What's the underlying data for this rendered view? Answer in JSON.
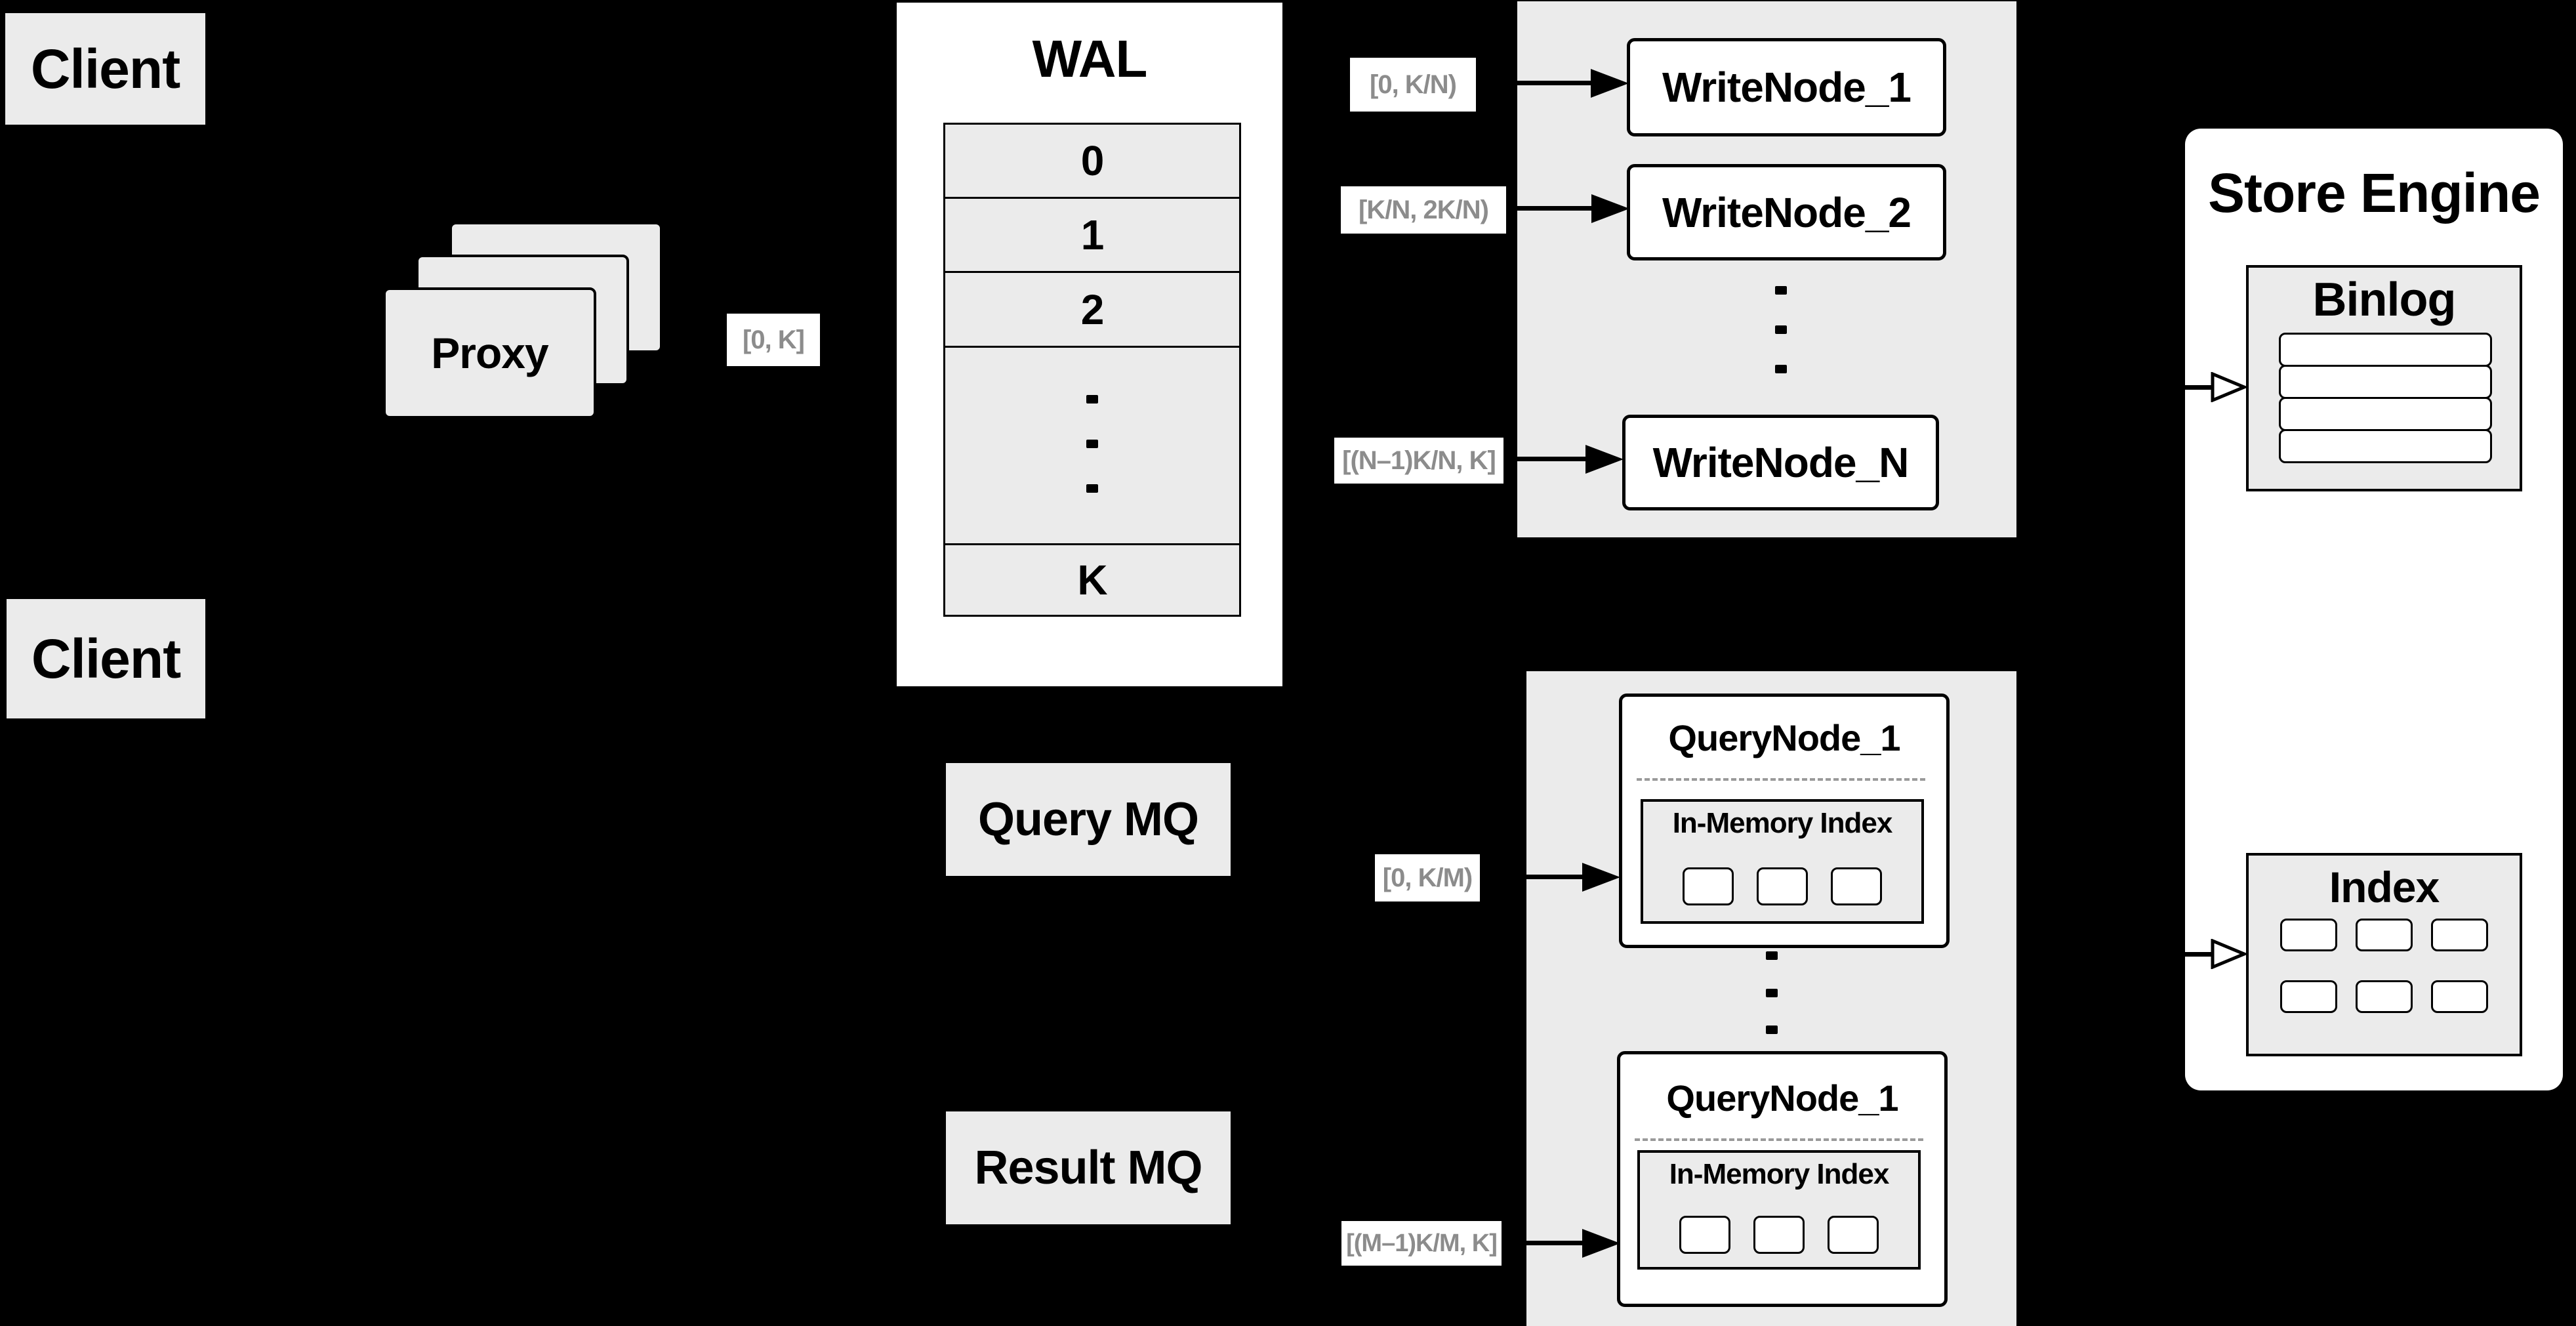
{
  "colors": {
    "background": "#000000",
    "panel_gray": "#ebebeb",
    "white": "#ffffff",
    "black": "#000000",
    "range_label_text": "#8c8c8c",
    "dashed_divider": "#9a9a9a"
  },
  "clients": {
    "top": "Client",
    "bottom": "Client"
  },
  "proxy": {
    "label": "Proxy",
    "stacked_sheets": 3
  },
  "wal": {
    "title": "WAL",
    "rows": [
      "0",
      "1",
      "2"
    ],
    "ellipsis_dots": 3,
    "last_row": "K"
  },
  "range_labels": {
    "proxy_out": "[0, K]",
    "write_1": "[0, K/N)",
    "write_2": "[K/N, 2K/N)",
    "write_n": "[(N–1)K/N, K]",
    "query_1": "[0, K/M)",
    "query_m": "[(M–1)K/M, K]"
  },
  "write_group": {
    "nodes": [
      "WriteNode_1",
      "WriteNode_2",
      "WriteNode_N"
    ],
    "ellipsis_dots": 3
  },
  "mq": {
    "query": "Query MQ",
    "result": "Result MQ"
  },
  "query_group": {
    "ellipsis_dots": 3,
    "nodes": [
      {
        "title": "QueryNode_1",
        "index_title": "In-Memory Index",
        "segments": 3
      },
      {
        "title": "QueryNode_1",
        "index_title": "In-Memory Index",
        "segments": 3
      }
    ]
  },
  "store_engine": {
    "title": "Store Engine",
    "binlog": {
      "title": "Binlog",
      "rows": 4
    },
    "index": {
      "title": "Index",
      "cells": 6
    }
  }
}
